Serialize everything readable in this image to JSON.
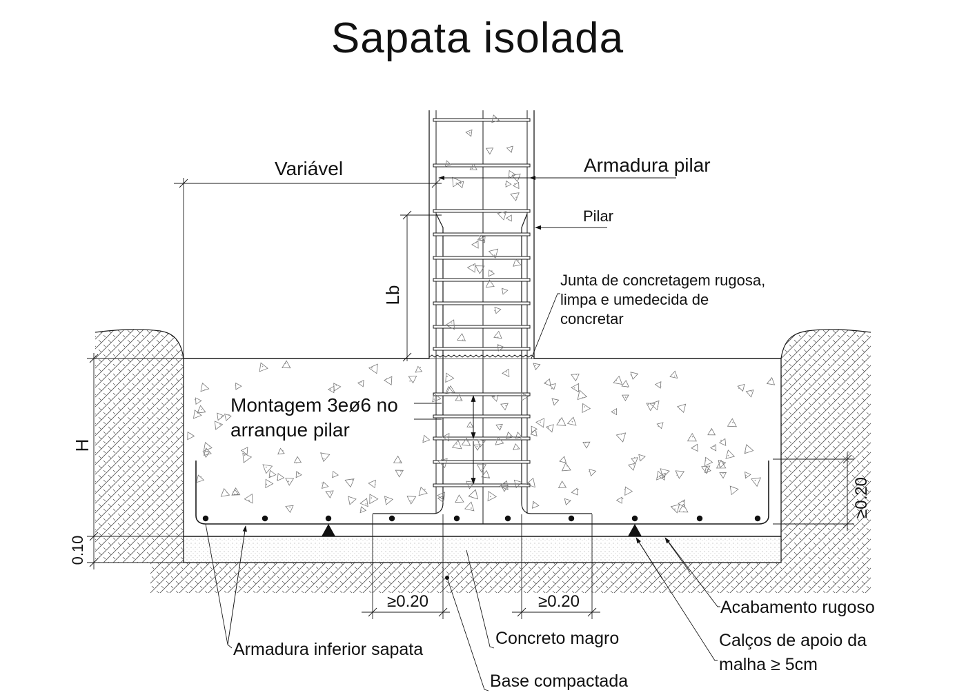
{
  "title": "Sapata isolada",
  "labels": {
    "variavel": "Variável",
    "armadura_pilar": "Armadura pilar",
    "pilar": "Pilar",
    "lb": "Lb",
    "junta_line1": "Junta de concretagem rugosa,",
    "junta_line2": "limpa e umedecida de",
    "junta_line3": "concretar",
    "montagem_line1": "Montagem 3eø6 no",
    "montagem_line2": "arranque pilar",
    "h": "H",
    "dim_010": "0.10",
    "dim_020_right": "≥0.20",
    "dim_020_left": "≥0.20",
    "dim_020_mid": "≥0.20",
    "acabamento": "Acabamento rugoso",
    "calcos_line1": "Calços de apoio da",
    "calcos_line2": "malha ≥ 5cm",
    "armadura_inferior": "Armadura inferior sapata",
    "concreto_magro": "Concreto magro",
    "base_compactada": "Base compactada"
  },
  "colors": {
    "ink": "#1a1a1a",
    "concrete_speckle": "#9a9a9a",
    "soil_hatch": "#555555"
  }
}
